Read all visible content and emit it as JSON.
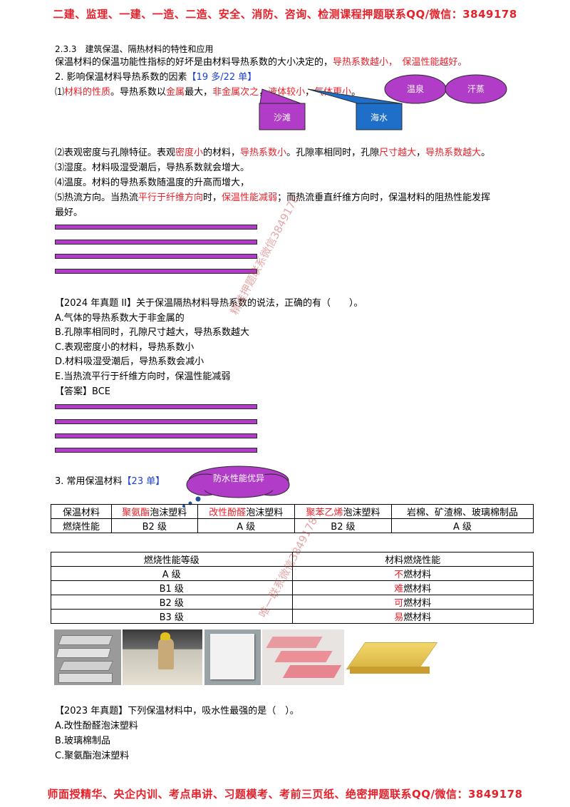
{
  "banner_top": "二建、监理、一建、一造、二造、安全、消防、咨询、检测课程押题联系QQ/微信：3849178",
  "banner_bottom": "师面授精华、央企内训、考点串讲、习题模考、考前三页纸、绝密押题联系QQ/微信：3849178",
  "watermarks": [
    "精准押题联系微信3849178",
    "唯一联系微信3849178"
  ],
  "section": {
    "heading": "2.3.3　建筑保温、隔热材料的特性和应用",
    "intro_a": "保温材料的保温功能性指标的好坏是由材料导热系数的大小决定的，",
    "intro_b": "导热系数越小，　保温性能越好。",
    "factors_title": "2. 影响保温材料导热系数的因素",
    "factors_tag": "【19 多/22 单】",
    "f1_a": "⑴",
    "f1_b": "材料的性质",
    "f1_c": "。导热系数以",
    "f1_d": "金属",
    "f1_e": "最大，",
    "f1_f": "非金属次之",
    "f1_g": "，",
    "f1_h": "液体较小",
    "f1_i": "，",
    "f1_j": "气体更小",
    "f1_k": "。",
    "f2_a": "⑵表观密度与孔隙特征。表观",
    "f2_b": "密度小",
    "f2_c": "的材料，",
    "f2_d": "导热系数小",
    "f2_e": "。孔隙率相同时，孔隙",
    "f2_f": "尺寸越大",
    "f2_g": "，",
    "f2_h": "导热系数越大",
    "f2_i": "。",
    "f3": "⑶湿度。材料吸湿受潮后，导热系数就会增大。",
    "f4": "⑷温度。材料的导热系数随温度的升高而增大，",
    "f5_a": "⑸热流方向。当热流",
    "f5_b": "平行于纤维方向",
    "f5_c": "时，",
    "f5_d": "保温性能减弱",
    "f5_e": "；而热流垂直纤维方向时，保温材料的阻热性能发挥",
    "f5_f": "最好。"
  },
  "callouts": {
    "hot_spring": "温泉",
    "sauna": "汗蒸",
    "beach": "沙滩",
    "sea": "海水",
    "waterproof": "防水性能优异"
  },
  "q2024": {
    "title": "【2024 年真题 II】关于保温隔热材料导热系数的说法，正确的有（　　）。",
    "A": "A.气体的导热系数大于非金属的",
    "B": "B.孔隙率相同时，孔隙尺寸越大，导热系数越大",
    "C": "C.表观密度小的材料，导热系数小",
    "D": "D.材料吸湿受潮后，导热系数会减小",
    "E": "E.当热流平行于纤维方向时，保温性能减弱",
    "answer": "【答案】BCE"
  },
  "common": {
    "title": "3. 常用保温材料",
    "tag": "【23 单】"
  },
  "materials_table": {
    "row1_label": "保温材料",
    "m1_a": "聚氨酯",
    "m1_b": "泡沫塑料",
    "m2_a": "改性酚醛",
    "m2_b": "泡沫塑料",
    "m3_a": "聚苯乙烯",
    "m3_b": "泡沫塑料",
    "m4": "岩棉、矿渣棉、玻璃棉制品",
    "row2_label": "燃烧性能",
    "g1": "B2 级",
    "g2": "A 级",
    "g3": "B2 级",
    "g4": "A 级"
  },
  "grade_table": {
    "header_left": "燃烧性能等级",
    "header_right": "材料燃烧性能",
    "rows": [
      {
        "grade": "A 级",
        "key": "不",
        "rest": "燃材料"
      },
      {
        "grade": "B1 级",
        "key": "难",
        "rest": "燃材料"
      },
      {
        "grade": "B2 级",
        "key": "可",
        "rest": "燃材料"
      },
      {
        "grade": "B3 级",
        "key": "易",
        "rest": "燃材料"
      }
    ]
  },
  "q2023": {
    "title": "【2023 年真题】下列保温材料中，吸水性最强的是（　）。",
    "A": "A.改性酚醛泡沫塑料",
    "B": "B.玻璃棉制品",
    "C": "C.聚氨酯泡沫塑料"
  },
  "colors": {
    "red": "#e8202a",
    "blue": "#1a3fd6",
    "bar": "#b03cc7",
    "callout_purple": "#b03cc7",
    "callout_blue": "#1f6fc9"
  }
}
